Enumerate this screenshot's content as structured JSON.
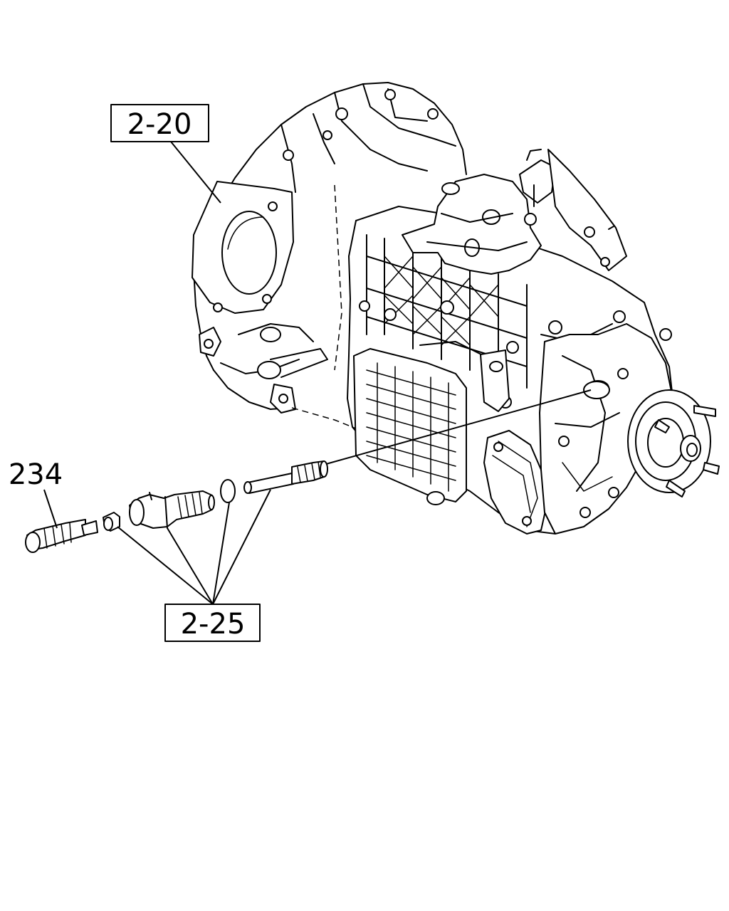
{
  "callouts": {
    "housing_ref": "2-20",
    "speedo_ref": "2-25",
    "sensor_part": "234"
  }
}
